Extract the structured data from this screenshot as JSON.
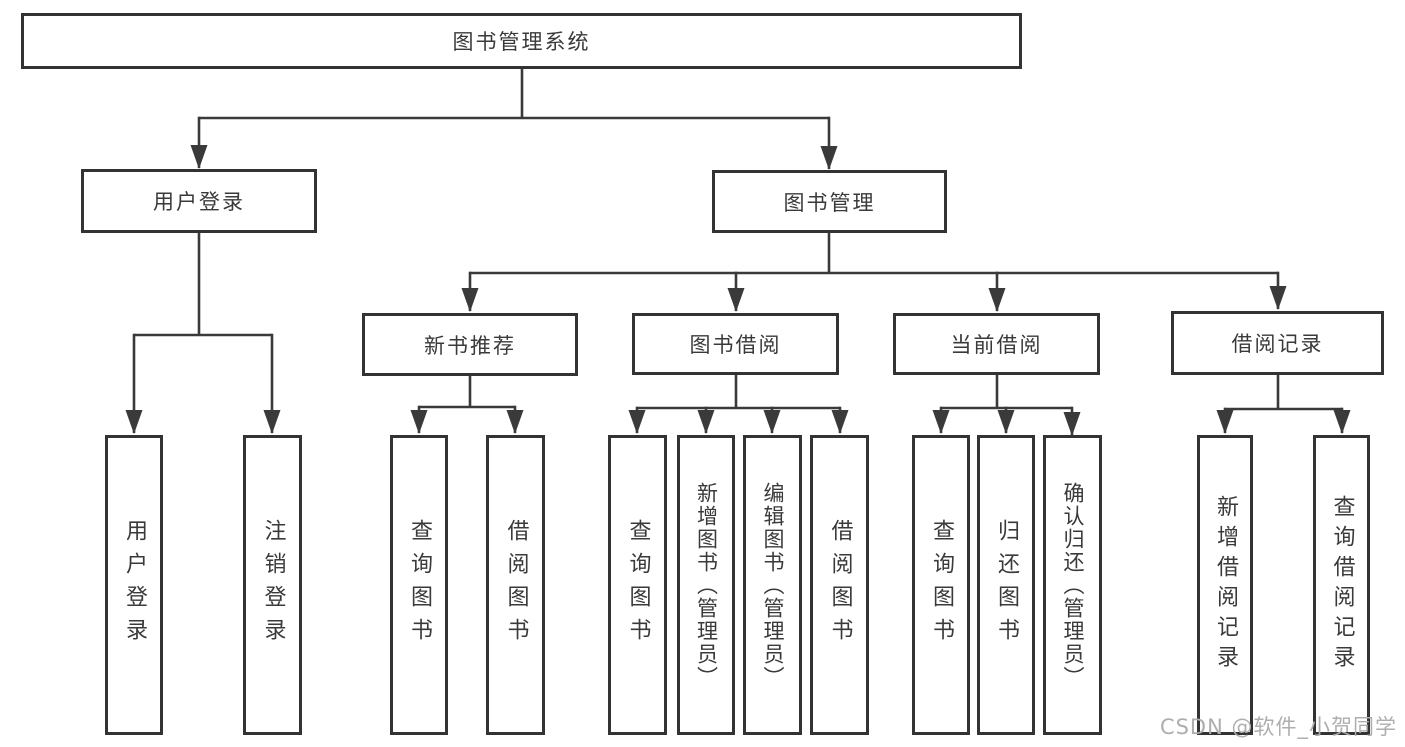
{
  "nodes": {
    "root": "图书管理系统",
    "level2": [
      "用户登录",
      "图书管理"
    ],
    "level3": [
      "新书推荐",
      "图书借阅",
      "当前借阅",
      "借阅记录"
    ],
    "leaves": [
      "用户登录",
      "注销登录",
      "查询图书",
      "借阅图书",
      "查询图书",
      "新增图书（管理员）",
      "编辑图书（管理员）",
      "借阅图书",
      "查询图书",
      "归还图书",
      "确认归还（管理员）",
      "新增借阅记录",
      "查询借阅记录"
    ]
  },
  "watermark": "CSDN @软件_小贺同学",
  "colors": {
    "line": "#3a3a3a",
    "box_border": "#333333",
    "text": "#3a3a3a",
    "watermark": "#aeaeae",
    "background": "#ffffff"
  }
}
